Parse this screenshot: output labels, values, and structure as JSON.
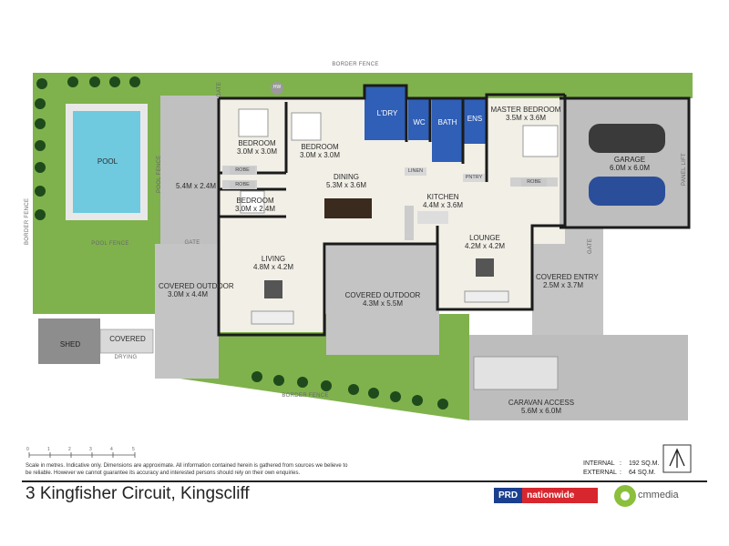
{
  "colors": {
    "lawn": "#7fb24c",
    "paving": "#bdbdbd",
    "interior": "#f1efe6",
    "wet": "#2f5fb6",
    "pool": "#6fc9df",
    "wall": "#1b1b1b"
  },
  "rooms": {
    "bed1": {
      "name": "BEDROOM",
      "dim": "3.0M x 3.0M"
    },
    "bed2": {
      "name": "BEDROOM",
      "dim": "3.0M x 3.0M"
    },
    "bed3": {
      "name": "BEDROOM",
      "dim": "3.0M x 2.4M"
    },
    "master": {
      "name": "MASTER BEDROOM",
      "dim": "3.5M x 3.6M"
    },
    "dining": {
      "name": "DINING",
      "dim": "5.3M x 3.6M"
    },
    "kitchen": {
      "name": "KITCHEN",
      "dim": "4.4M x 3.6M"
    },
    "living": {
      "name": "LIVING",
      "dim": "4.8M x 4.2M"
    },
    "lounge": {
      "name": "LOUNGE",
      "dim": "4.2M x 4.2M"
    },
    "garage": {
      "name": "GARAGE",
      "dim": "6.0M x 6.0M"
    },
    "laundry": {
      "name": "L'DRY"
    },
    "wc": {
      "name": "WC"
    },
    "bath": {
      "name": "BATH"
    },
    "ens": {
      "name": "ENS"
    },
    "pool": {
      "name": "POOL"
    },
    "shed": {
      "name": "SHED"
    },
    "covered_small": {
      "name": "COVERED"
    },
    "covered_outdoor_left": {
      "name": "COVERED OUTDOOR",
      "dim": "3.0M x 4.4M"
    },
    "covered_outdoor_mid": {
      "name": "COVERED OUTDOOR",
      "dim": "4.3M x 5.5M"
    },
    "covered_entry": {
      "name": "COVERED ENTRY",
      "dim": "2.5M x 3.7M"
    },
    "caravan": {
      "name": "CARAVAN ACCESS",
      "dim": "5.6M x 6.0M"
    },
    "side_paving": {
      "dim": "5.4M x 2.4M"
    }
  },
  "labels": {
    "border_fence_top": "BORDER FENCE",
    "border_fence_bottom": "BORDER FENCE",
    "border_fence_left": "BORDER FENCE",
    "pool_fence_bottom": "POOL FENCE",
    "pool_fence_side": "POOL FENCE",
    "gate": "GATE",
    "hw": "HW",
    "robe": "ROBE",
    "linen": "LINEN",
    "pntry": "PNTRY",
    "panel_lift": "PANEL LIFT",
    "drying": "DRYING"
  },
  "scale": {
    "text": "Scale in metres. Indicative only.",
    "ticks": [
      "0",
      "1",
      "2",
      "3",
      "4",
      "5"
    ]
  },
  "disclaimer": "Scale in metres.  Indicative only.  Dimensions are approximate.  All information contained herein is gathered from sources we believe to be reliable.  However we cannot guarantee its accuracy and interested persons should rely on their own enquiries.",
  "area": {
    "internal_label": "INTERNAL",
    "internal_value": "192 SQ.M.",
    "external_label": "EXTERNAL",
    "external_value": "64 SQ.M."
  },
  "address": "3 Kingfisher Circuit, Kingscliff",
  "branding": {
    "prd_a": "PRD",
    "prd_b": "nationwide",
    "cm": "cmmedia"
  }
}
